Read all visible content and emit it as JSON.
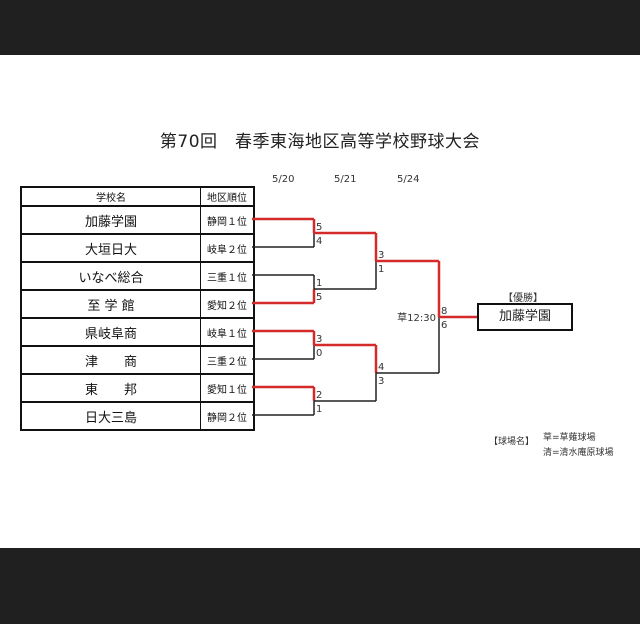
{
  "title": "第70回　春季東海地区高等学校野球大会",
  "table": {
    "headers": [
      "学校名",
      "地区順位"
    ],
    "teams": [
      {
        "name": "加藤学園",
        "rank": "静岡１位"
      },
      {
        "name": "大垣日大",
        "rank": "岐阜２位"
      },
      {
        "name": "いなべ総合",
        "rank": "三重１位"
      },
      {
        "name": "至 学 館",
        "rank": "愛知２位"
      },
      {
        "name": "県岐阜商",
        "rank": "岐阜１位"
      },
      {
        "name": "津　　商",
        "rank": "三重２位"
      },
      {
        "name": "東　　邦",
        "rank": "愛知１位"
      },
      {
        "name": "日大三島",
        "rank": "静岡２位"
      }
    ]
  },
  "dates": [
    "5/20",
    "5/21",
    "5/24"
  ],
  "round1_scores": [
    [
      "5",
      "4"
    ],
    [
      "1",
      "5"
    ],
    [
      "3",
      "0"
    ],
    [
      "2",
      "1"
    ]
  ],
  "round2_scores": [
    [
      "3",
      "1"
    ],
    [
      "4",
      "3"
    ]
  ],
  "final_scores": [
    "8",
    "6"
  ],
  "final_time": "草12:30",
  "champion_label": "【優勝】",
  "champion": "加藤学園",
  "venue_title": "【球場名】",
  "venues": [
    "草=草薙球場",
    "清=清水庵原球場"
  ],
  "colors": {
    "winner": "#d42a2a",
    "loser": "#222222"
  }
}
